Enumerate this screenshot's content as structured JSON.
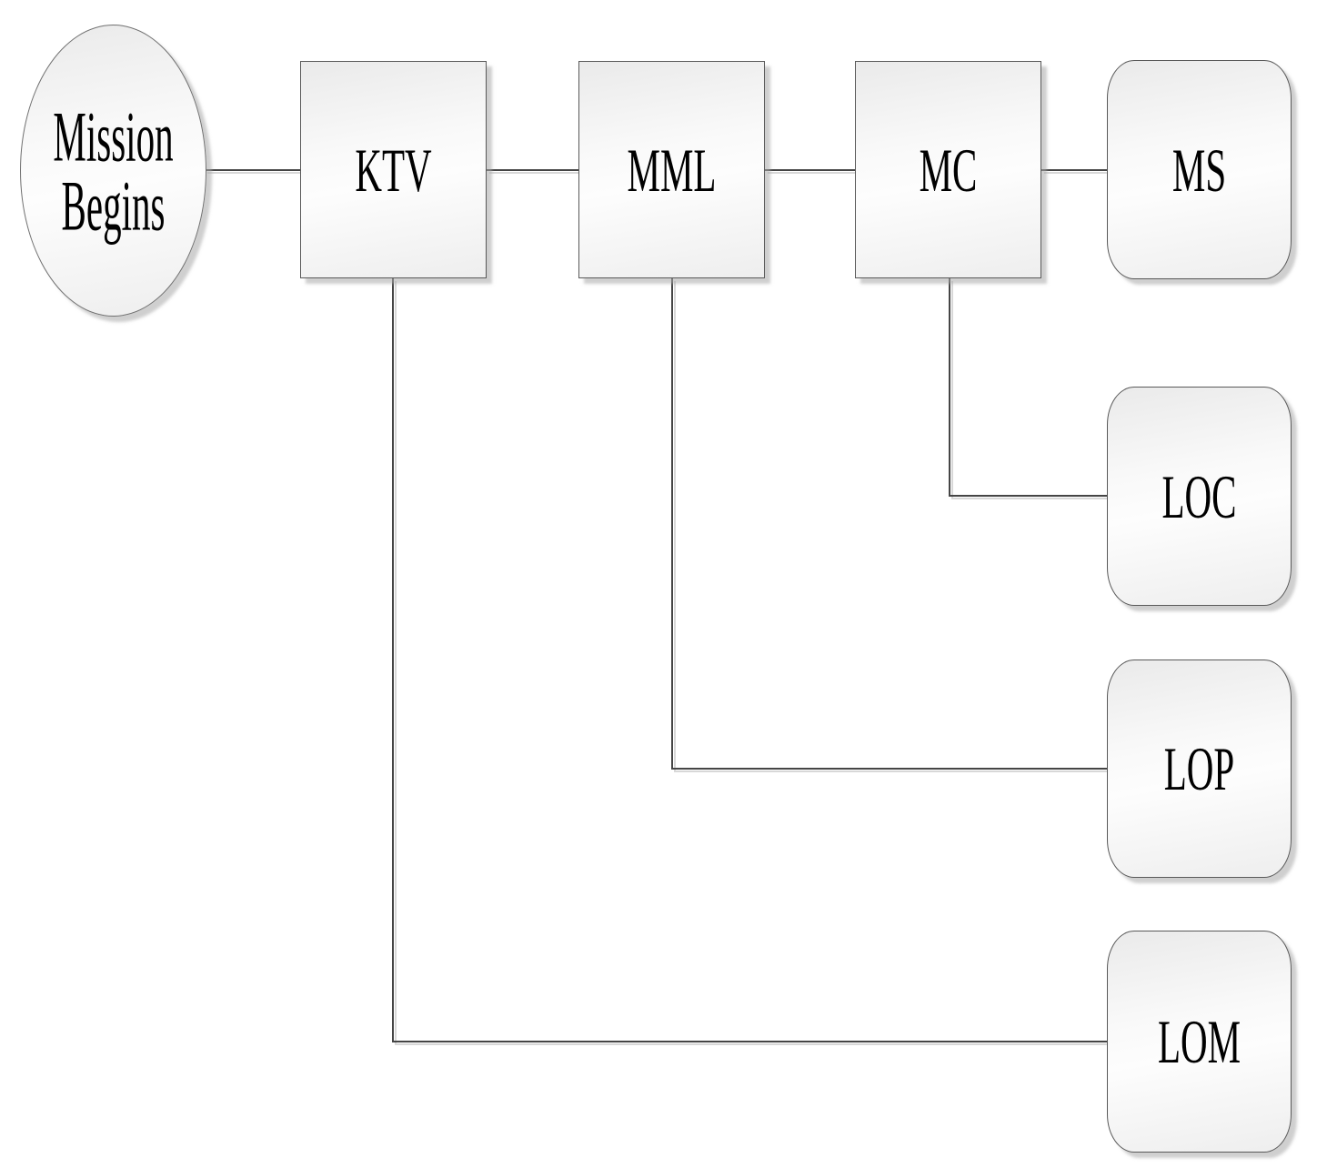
{
  "diagram": {
    "type": "flowchart",
    "background_color": "#ffffff",
    "nodes": [
      {
        "id": "mission",
        "label": "Mission Begins",
        "shape": "ellipse"
      },
      {
        "id": "ktv",
        "label": "KTV",
        "shape": "rectangle"
      },
      {
        "id": "mml",
        "label": "MML",
        "shape": "rectangle"
      },
      {
        "id": "mc",
        "label": "MC",
        "shape": "rectangle"
      },
      {
        "id": "ms",
        "label": "MS",
        "shape": "rounded-rectangle"
      },
      {
        "id": "loc",
        "label": "LOC",
        "shape": "rounded-rectangle"
      },
      {
        "id": "lop",
        "label": "LOP",
        "shape": "rounded-rectangle"
      },
      {
        "id": "lom",
        "label": "LOM",
        "shape": "rounded-rectangle"
      }
    ],
    "edges": [
      {
        "from": "mission",
        "to": "ktv",
        "style": "straight"
      },
      {
        "from": "ktv",
        "to": "mml",
        "style": "straight"
      },
      {
        "from": "mml",
        "to": "mc",
        "style": "straight"
      },
      {
        "from": "mc",
        "to": "ms",
        "style": "straight"
      },
      {
        "from": "mc",
        "to": "loc",
        "style": "elbow"
      },
      {
        "from": "mml",
        "to": "lop",
        "style": "elbow"
      },
      {
        "from": "ktv",
        "to": "lom",
        "style": "elbow"
      }
    ],
    "colors": {
      "node_fill_top": "#eaeaea",
      "node_fill_bottom": "#eeeeee",
      "node_border": "#595959",
      "edge_line": "#454545",
      "shadow": "#c9c9c9",
      "text": "#000000"
    }
  }
}
